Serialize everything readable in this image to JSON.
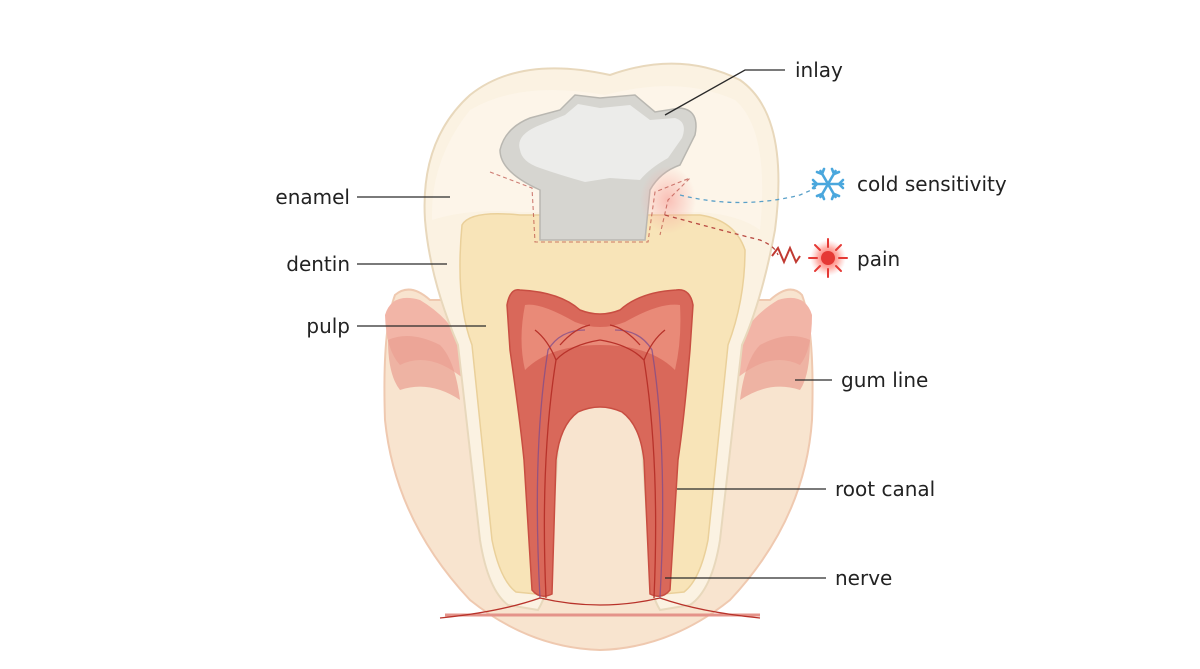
{
  "labels": {
    "inlay": "inlay",
    "enamel": "enamel",
    "dentin": "dentin",
    "pulp": "pulp",
    "cold_sensitivity": "cold sensitivity",
    "pain": "pain",
    "gum_line": "gum line",
    "root_canal": "root canal",
    "nerve": "nerve"
  },
  "icons": {
    "cold": "snowflake-icon",
    "pain": "pain-burst-icon"
  },
  "colors": {
    "gum": "#f2b5a7",
    "gum_dark": "#e6968a",
    "bone": "#f8e2c8",
    "enamel": "#fbf3e4",
    "dentin": "#f9e7c2",
    "pulp": "#d9685a",
    "inlay": "#d9d8d3",
    "cold": "#4aa7dd",
    "pain": "#e53935"
  }
}
